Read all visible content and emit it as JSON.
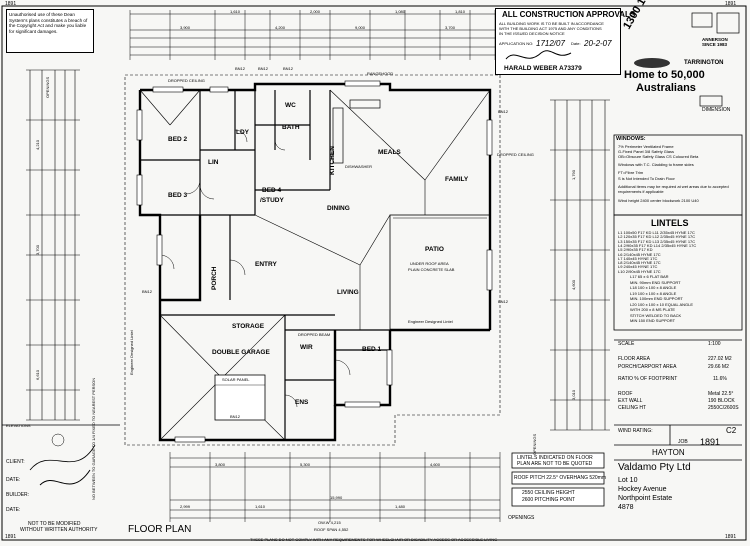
{
  "sheet": {
    "corner_left_top": "1891",
    "corner_right_top": "1891",
    "corner_left_bottom": "1891",
    "corner_right_bottom": "1891"
  },
  "copyright": {
    "text": "Unauthorised use of these Dean System's plans constitutes a breach of the Copyright Act and make you liable for significant damages."
  },
  "approval": {
    "title": "ALL CONSTRUCTION APPROVALS",
    "line1": "ALL BUILDING WORK IS TO BE BUILT IN ACCORDANCE",
    "line2": "WITH THE BUILDING ACT 1975 AND ANY CONDITIONS",
    "line3": "IN THE ISSUED DECISION NOTICE",
    "app_no_label": "APPLICATION NO:",
    "app_no": "1712/07",
    "date_label": "Date:",
    "date": "20-2-07",
    "name": "HARALD WEBER A73379"
  },
  "brand": {
    "phone": "1300 10 10 10",
    "company": "TARRINGTON",
    "headline1": "Home to 50,000",
    "headline2": "Australians",
    "tag": "DIMENSION",
    "awards": "ANNERSON SINCE 1983"
  },
  "windows_notes": {
    "title": "WINDOWS:",
    "l1": "7% Perimeter Ventilated Frame",
    "l2": "G-Fixed Panel 3/8 Safety Glass",
    "l3": "OB=Obscure Safety Glass CS Coloured Beta",
    "l4": "Windows with T.C. Cladding to frame sides",
    "l5": "FT=Fibre Trim",
    "l6": "S is Not Intended To Drain Floor",
    "l7": "Additional items may be required at wet areas due to accepted requirements if applicable",
    "l8": "Wind height 2400 center blockwork 2100 U40"
  },
  "lintels": {
    "title": "LINTELS",
    "items": [
      "L1 100x50 F17 KD   L11 2/35x45 HYNE 17C",
      "L2 120x35 F17 KD   L12 2/35x45 HYNE 17C",
      "L3 150x35 F17 KD   L13 2/35x45 HYNE 17C",
      "L4 2/90x35 F17 KD  L14 2/35x45 HYNE 17C",
      "L5 2/90x35 F17 KD",
      "L6 2/140x45 HYNE 17C",
      "L7 140x45 HYNE 17C",
      "L8 2/140x45 HYNE 17C",
      "L9 240x45 HYNE 17C",
      "L10 2/90x45 HYNE 17C"
    ],
    "steel": [
      "L17 65 x 6 FLAT BAR",
      "MIN. 90mm END SUPPORT",
      "L18 100 x 100 x 8 ANGLE",
      "L19 100 x 100 x 8 ANGLE",
      "MIN. 100mm END SUPPORT",
      "L20 100 x 100 x 10 EQUAL ANGLE",
      "WITH 200 x 8 MS PLATE",
      "STITCH WELDED TO BACK",
      "MIN 150 END SUPPORT"
    ]
  },
  "schedule": {
    "scale_label": "SCALE",
    "scale": "1:100",
    "floor_area_label": "FLOOR AREA",
    "floor_area": "227.02 M2",
    "porch_label": "PORCH/CARPORT AREA",
    "porch": "29.66 M2",
    "ratio_label": "RATIO % OF FOOTPRINT",
    "ratio": "11.6%",
    "roof_label": "ROOF",
    "roof": "Metal 22.5°",
    "ext_wall_label": "EXT WALL",
    "ext_wall": "190 BLOCK",
    "ceiling_label": "CEILING HT",
    "ceiling": "2550C/2600S",
    "wind_label": "WIND RATING:",
    "wind": "C2",
    "job_label": "JOB",
    "job": "1891"
  },
  "client": {
    "model": "HAYTON",
    "company": "Valdamo Pty Ltd",
    "lot": "Lot 10",
    "street": "Hockey Avenue",
    "estate": "Northpoint Estate",
    "postcode": "4878"
  },
  "notes_bottom": {
    "lintels_note1": "LINTELS INDICATED ON FLOOR",
    "lintels_note2": "PLAN ARE NOT TO BE QUOTED",
    "roof_pitch": "ROOF PITCH 22.5° OVERHANG 520mm",
    "ceiling1": "2550 CEILING HEIGHT",
    "ceiling2": "2600 PITCHING POINT",
    "openings": "OPENINGS",
    "floor_plan": "FLOOR PLAN",
    "footer": "THESE PLANS DO NOT COMPLY WITH ANY REQUIREMENTS FOR WHEELCHAIR OR DISABILITY ACCESS OR ACCESSIBLE LIVING"
  },
  "signoff": {
    "client": "CLIENT:",
    "date": "DATE:",
    "builder": "BUILDER:",
    "date2": "DATE:",
    "warning1": "NOT TO BE MODIFIED",
    "warning2": "WITHOUT WRITTEN AUTHORITY",
    "garage_note": "NO BETWEEN TO GARAGE TO 1/4 FIXED TO NEAREST PERSON"
  },
  "rooms": {
    "bed2": "BED 2",
    "bed3": "BED 3",
    "bed4": "BED 4",
    "study": "/STUDY",
    "ldy": "LDY",
    "bath": "BATH",
    "wc": "WC",
    "kitchen": "KITCHEN",
    "meals": "MEALS",
    "family": "FAMILY",
    "dining": "DINING",
    "living": "LIVING",
    "patio": "PATIO",
    "porch": "PORCH",
    "entry": "ENTRY",
    "storage": "STORAGE",
    "garage": "DOUBLE GARAGE",
    "bed1": "BED 1",
    "ens": "ENS",
    "wir": "WIR",
    "linen": "LIN"
  },
  "labels": {
    "dropped_ceiling": "DROPPED CEILING",
    "dropped_ceiling2": "DROPPED CEILING",
    "rangehood": "RANGEHOOD",
    "dishwasher": "DISHWASHER",
    "dropped_beam": "DROPPED BEAM",
    "engineer": "Engineer Designed Lintel",
    "engineer2": "Engineer Designed Lintel",
    "patio_slab1": "UNDER ROOF AREA",
    "patio_slab2": "PLAIN CONCRETE SLAB",
    "solar_panel": "SOLAR PANEL",
    "bn12": "BN12",
    "elevations": "ELEVATIONS",
    "openings_v": "OPENINGS",
    "openings_v2": "OPENINGS"
  },
  "dims": {
    "top1": "3,900",
    "top2": "4,200",
    "top3": "9,000",
    "top4": "3,700",
    "top5": "1,610",
    "top6": "2,000",
    "top7": "1,080",
    "top8": "1,810",
    "bot1": "3,800",
    "bot2": "5,300",
    "bot3": "4,600",
    "bot4": "2,999",
    "bot5": "1,610",
    "bot6": "1,480",
    "bot7": "15,990",
    "bot8": "OW.W 4,215",
    "bot9": "ROOF SPAN 4,552",
    "left1": "4,210",
    "left2": "3,700",
    "left3": "6,610",
    "right1": "1,790",
    "right2": "4,600",
    "right3": "3,010"
  }
}
